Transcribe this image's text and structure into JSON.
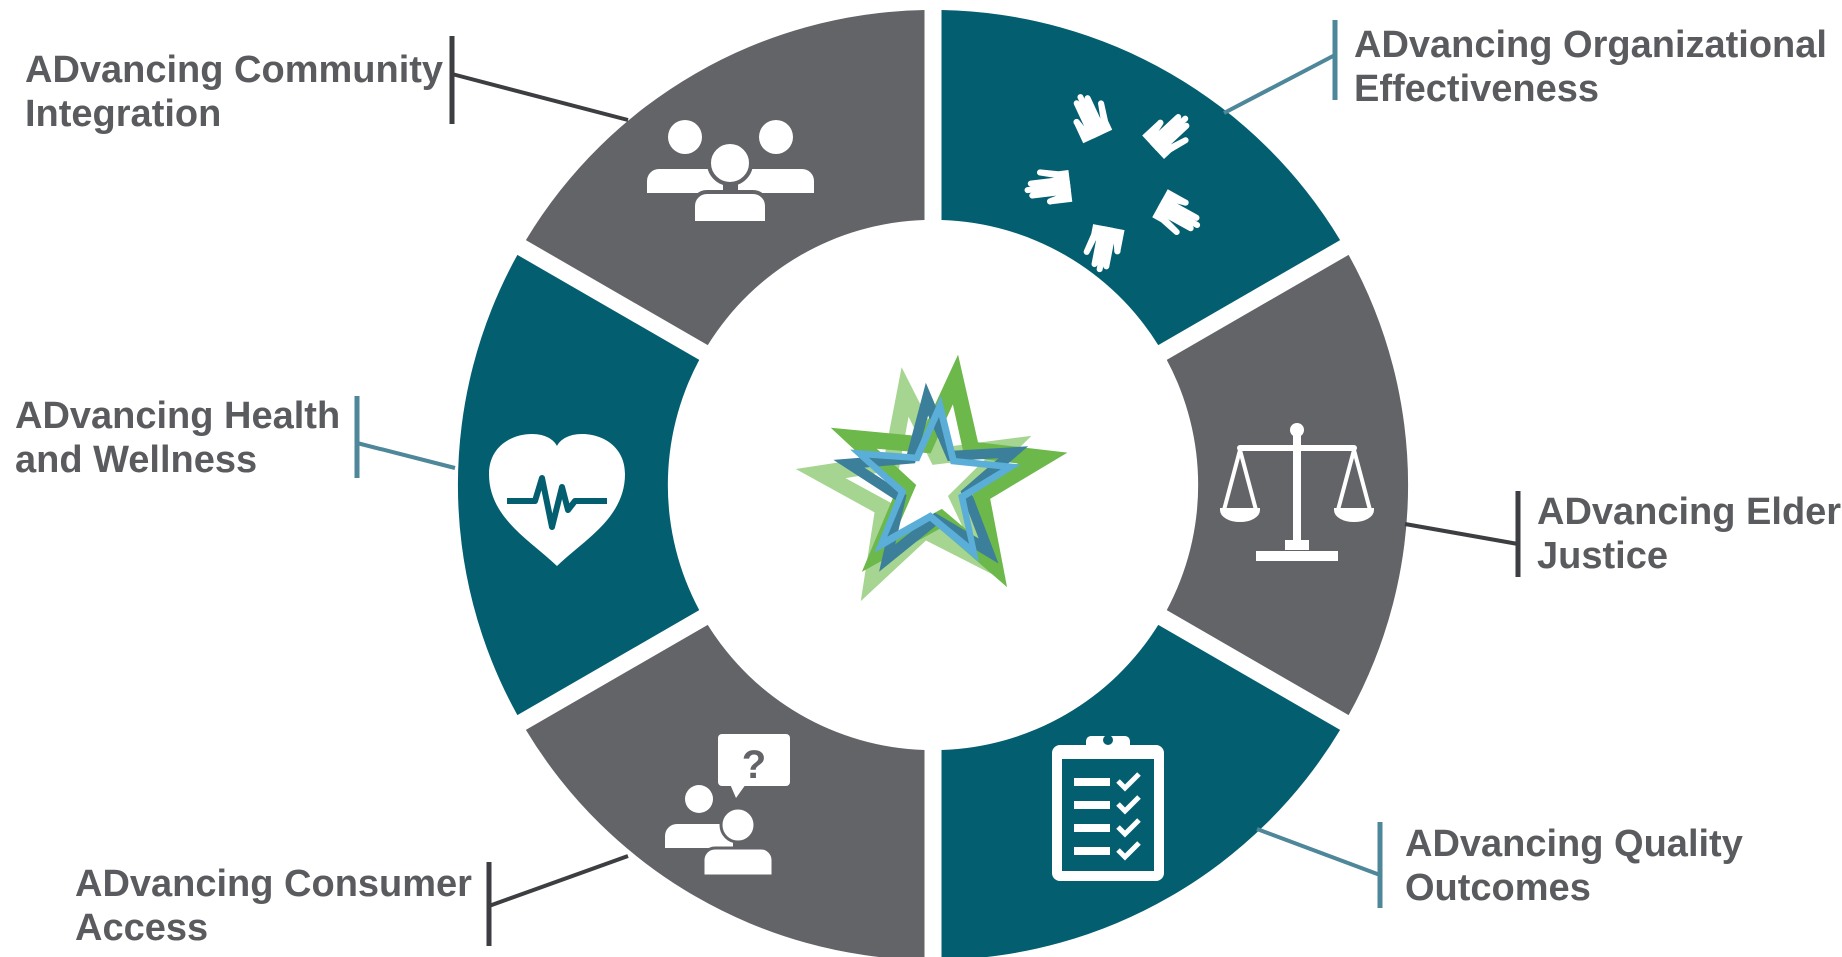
{
  "colors": {
    "teal": "#035f70",
    "gray": "#636468",
    "teal_line": "#4e8799",
    "dark_line": "#3d3e41",
    "text": "#5a5b5e",
    "star_light_green": "#a5d590",
    "star_green": "#6cb84a",
    "star_light_blue": "#5aaed8",
    "star_dark_blue": "#3c7f9a"
  },
  "segments": [
    {
      "id": "organizational-effectiveness",
      "line1": "ADvancing Organizational",
      "line2": "Effectiveness",
      "color": "teal",
      "icon": "hands-together-icon"
    },
    {
      "id": "elder-justice",
      "line1": "ADvancing Elder",
      "line2": "Justice",
      "color": "gray",
      "icon": "scales-of-justice-icon"
    },
    {
      "id": "quality-outcomes",
      "line1": "ADvancing Quality",
      "line2": "Outcomes",
      "color": "teal",
      "icon": "clipboard-checklist-icon"
    },
    {
      "id": "consumer-access",
      "line1": "ADvancing Consumer",
      "line2": "Access",
      "color": "gray",
      "icon": "people-question-icon"
    },
    {
      "id": "health-wellness",
      "line1": "ADvancing Health",
      "line2": "and Wellness",
      "color": "teal",
      "icon": "heart-pulse-icon"
    },
    {
      "id": "community-integration",
      "line1": "ADvancing Community",
      "line2": "Integration",
      "color": "gray",
      "icon": "people-group-icon"
    }
  ],
  "center_logo": "star-logo-icon"
}
